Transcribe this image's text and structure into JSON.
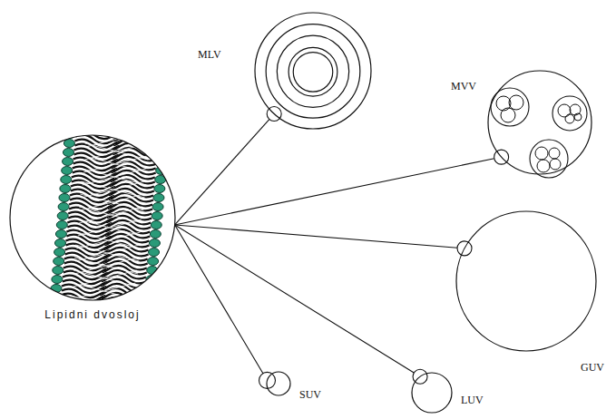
{
  "diagram": {
    "nodes": [
      {
        "text": [
          "Lipidni dvosloj"
        ]
      },
      {
        "text": [
          "MLV"
        ]
      },
      {
        "text": [
          "MVV"
        ]
      },
      {
        "text": [
          "GUV"
        ]
      },
      {
        "text": [
          "LUV"
        ]
      },
      {
        "text": [
          "SUV"
        ]
      }
    ],
    "edges": [
      {
        "from": 0,
        "to": 1,
        "arrow": "none"
      },
      {
        "from": 0,
        "to": 2,
        "arrow": "none"
      },
      {
        "from": 0,
        "to": 3,
        "arrow": "none"
      },
      {
        "from": 0,
        "to": 4,
        "arrow": "none"
      },
      {
        "from": 0,
        "to": 5,
        "arrow": "none"
      }
    ]
  }
}
